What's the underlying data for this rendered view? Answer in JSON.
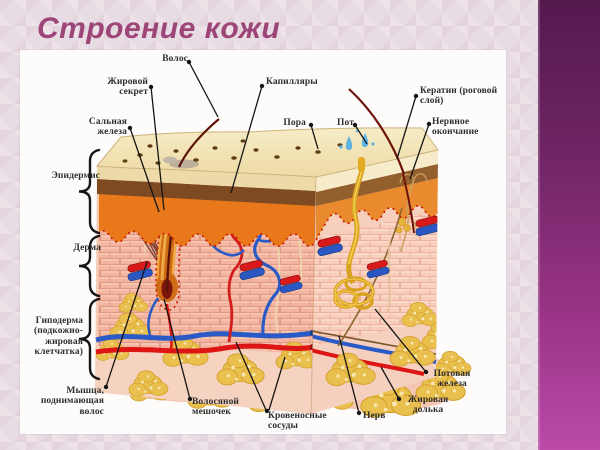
{
  "slide": {
    "title": "Строение кожи"
  },
  "diagram": {
    "labels": {
      "volos": "Волос",
      "zhirovoy_sekret": "Жировой секрет",
      "kapillyary": "Капилляры",
      "pora": "Пора",
      "pot": "Пот",
      "keratin": "Кератин (роговой слой)",
      "nervnoe_okonchanie": "Нервное окончание",
      "salnaya_zheleza": "Сальная железа",
      "epidermis": "Эпидермис",
      "derma": "Дерма",
      "gipoderma": "Гиподерма (подкожно-жировая клетчатка)",
      "myshtsa": "Мышца, поднимающая волос",
      "volosyanoy_meshochek": "Волосяной мешочек",
      "krovenosnye_sosudy": "Кровеносные сосуды",
      "nerv": "Нерв",
      "potovaya_zheleza": "Потовая железа",
      "zhirovaya_dolka": "Жировая долька"
    },
    "colors": {
      "title_text": "#9d4577",
      "side_band_top": "#54194e",
      "side_band_bottom": "#bb4aa8",
      "background": "#e8dce4",
      "epidermis_orange": "#e8781a",
      "keratin_brown": "#7d4a22",
      "dermis_pink": "#f3b5a0",
      "fat_yellow": "#e9bf4e",
      "vessel_red": "#dd1515",
      "vessel_blue": "#2a5ac6"
    }
  }
}
